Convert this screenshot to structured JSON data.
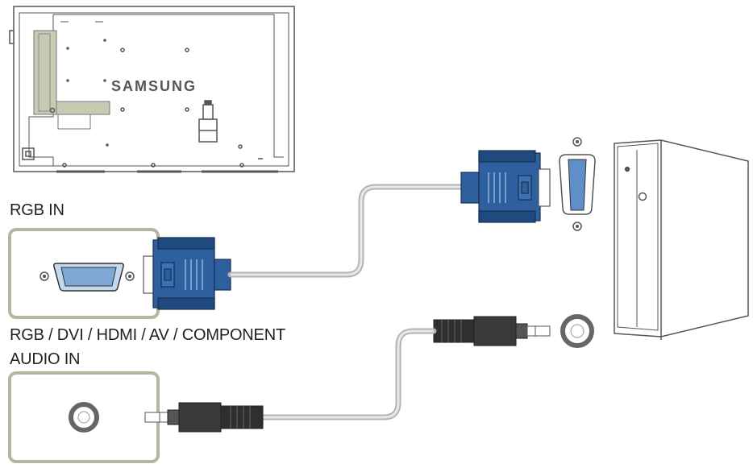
{
  "labels": {
    "rgb_in": "RGB IN",
    "audio_source": "RGB / DVI / HDMI / AV / COMPONENT",
    "audio_in": "AUDIO IN",
    "brand": "SAMSUNG"
  },
  "colors": {
    "vga_blue": "#2e5f9e",
    "vga_dark": "#1f4a80",
    "highlight_frame": "#b6b69c",
    "cable_gray": "#c8c8c8",
    "plug_dark": "#3a3a3a",
    "outline": "#555555"
  },
  "icons": [
    "monitor-back-icon",
    "vga-connector-icon",
    "audio-jack-icon",
    "pc-tower-icon"
  ]
}
